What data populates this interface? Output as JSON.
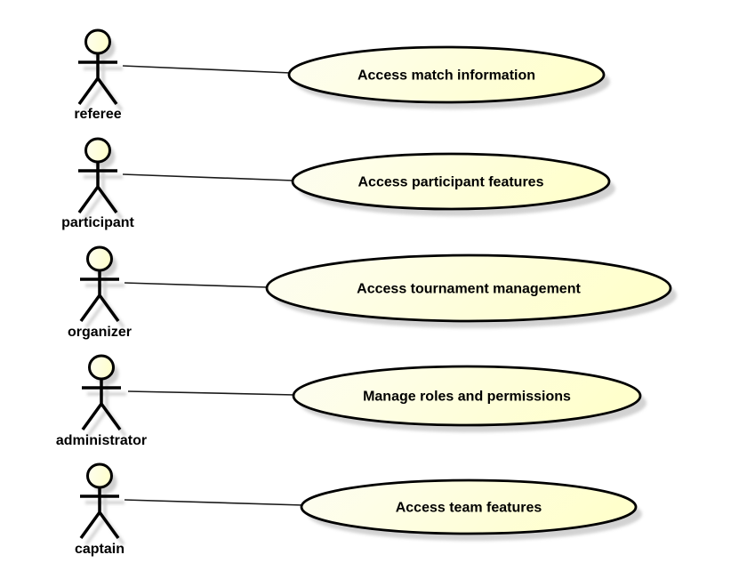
{
  "diagram": {
    "kind": "uml-use-case-diagram",
    "background_color": "#ffffff",
    "colors": {
      "background": "#ffffff",
      "node_fill_light": "#fdfdf2",
      "node_fill": "#ffffcc",
      "node_stroke": "#000000",
      "shadow": "#c8c8c8",
      "connector": "#1a1a1a",
      "text": "#000000"
    },
    "rows": [
      {
        "actor": "referee",
        "use_case": "Access match information"
      },
      {
        "actor": "participant",
        "use_case": "Access participant features"
      },
      {
        "actor": "organizer",
        "use_case": "Access tournament management"
      },
      {
        "actor": "administrator",
        "use_case": "Manage roles and permissions"
      },
      {
        "actor": "captain",
        "use_case": "Access team features"
      }
    ]
  }
}
